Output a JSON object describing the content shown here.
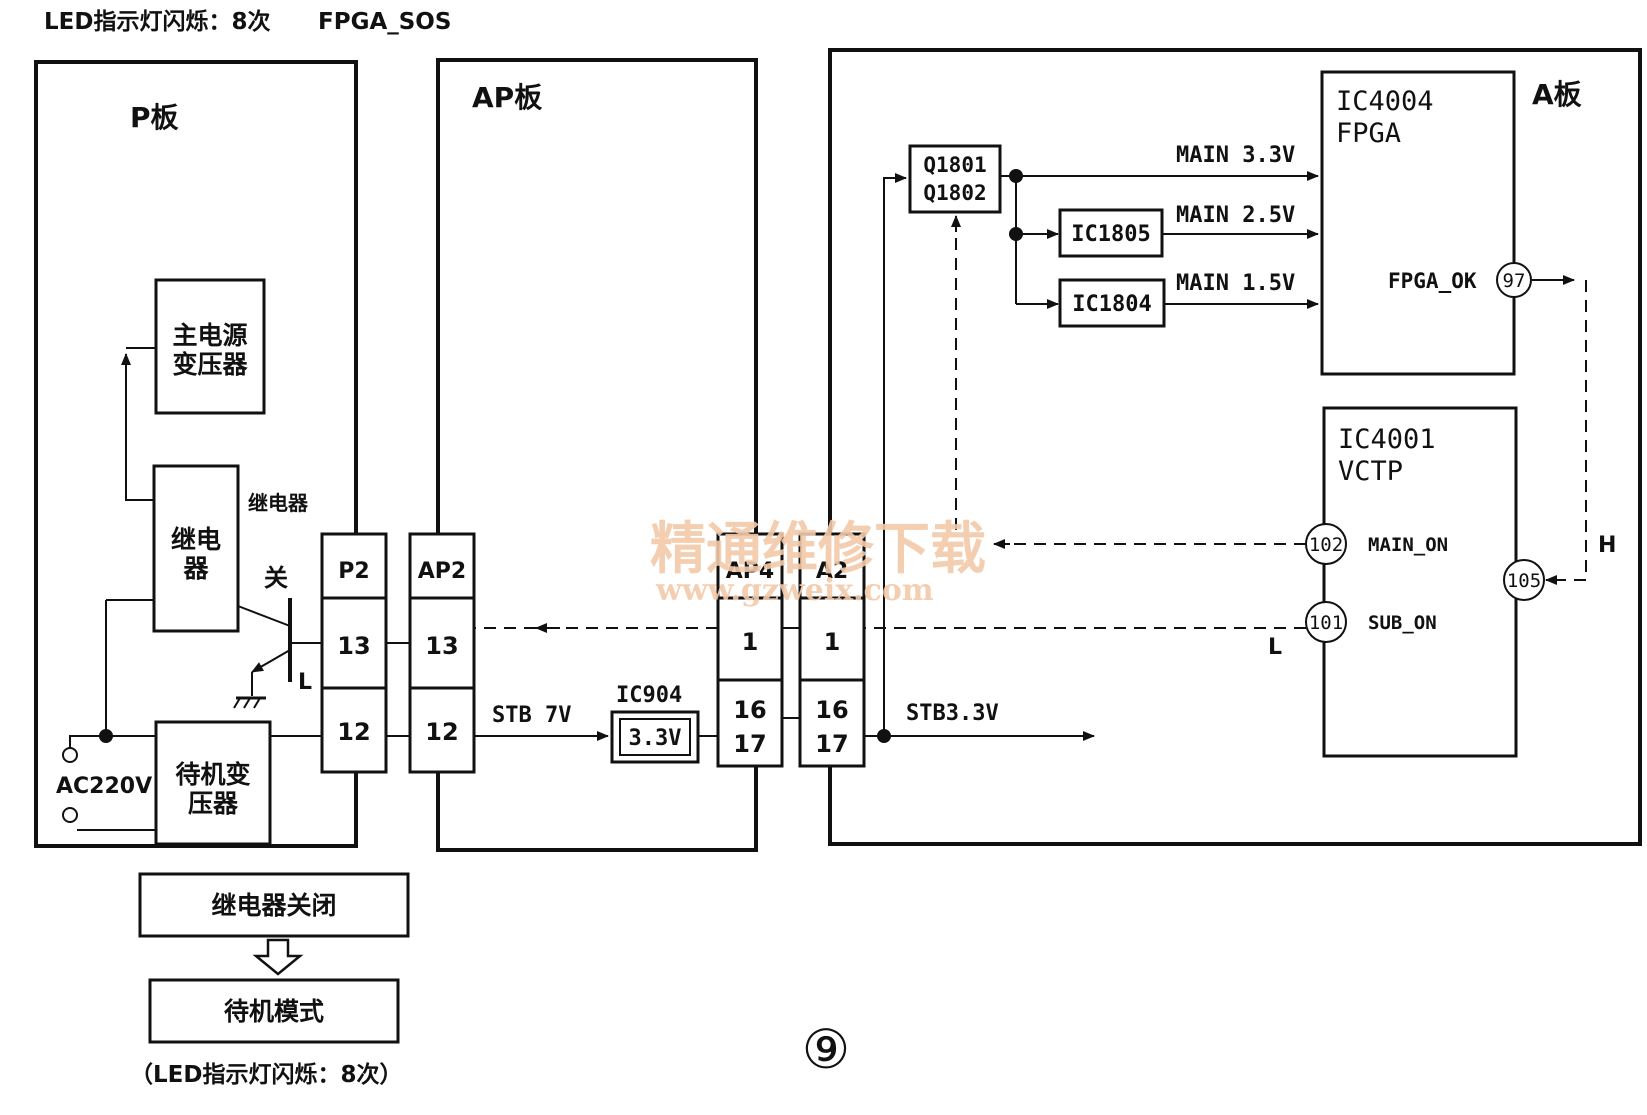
{
  "header": {
    "left": "LED指示灯闪烁：8次",
    "right": "FPGA_SOS"
  },
  "boards": {
    "p": "P板",
    "ap": "AP板",
    "a": "A板"
  },
  "p_board": {
    "main_transformer": [
      "主电源",
      "变压器"
    ],
    "relay": [
      "继电",
      "器"
    ],
    "relay_label": "继电器",
    "switch_label": "关",
    "level_low": "L",
    "standby_transformer": [
      "待机变",
      "压器"
    ],
    "ac_input": "AC220V"
  },
  "connectors": {
    "p2": {
      "name": "P2",
      "pins": [
        "13",
        "12"
      ]
    },
    "ap2": {
      "name": "AP2",
      "pins": [
        "13",
        "12"
      ]
    },
    "ap4": {
      "name": "AP4",
      "pins": [
        "1",
        "16",
        "17"
      ]
    },
    "a2": {
      "name": "A2",
      "pins": [
        "1",
        "16",
        "17"
      ]
    }
  },
  "ap_board": {
    "stb7v": "STB 7V",
    "ic904": "IC904",
    "ic904_value": "3.3V"
  },
  "a_board": {
    "q1801": "Q1801",
    "q1802": "Q1802",
    "ic1805": "IC1805",
    "ic1804": "IC1804",
    "main33": "MAIN 3.3V",
    "main25": "MAIN 2.5V",
    "main15": "MAIN 1.5V",
    "ic4004": [
      "IC4004",
      "FPGA"
    ],
    "fpga_ok": "FPGA_OK",
    "pin97": "97",
    "ic4001": [
      "IC4001",
      "VCTP"
    ],
    "pin102": "102",
    "main_on": "MAIN_ON",
    "pin101": "101",
    "sub_on": "SUB_ON",
    "pin105": "105",
    "level_h": "H",
    "level_l": "L",
    "stb33": "STB3.3V"
  },
  "flow": {
    "step1": "继电器关闭",
    "step2": "待机模式",
    "note": "（LED指示灯闪烁：8次）"
  },
  "figure_number": "⑨",
  "watermark": {
    "cn": "精通维修下载",
    "url": "www.gzweix.com"
  },
  "colors": {
    "ink": "#111111",
    "watermark": "#f3c9a8"
  }
}
